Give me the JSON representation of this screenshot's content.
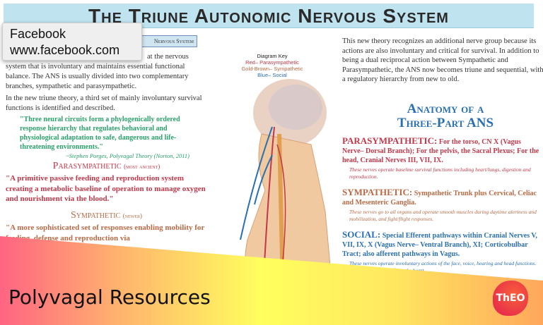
{
  "poster": {
    "title": "The Triune Autonomic Nervous System",
    "subtitle_box": "Nervous System",
    "intro_tail": "at the nervous",
    "intro": "system that is involuntary and maintains essential functional balance. The ANS is usually divided into two complementary branches, sympathetic and parasympathetic.",
    "intro2": "In the new triune theory, a third set of mainly involuntary survival functions is identified and described.",
    "quote": "\"Three neural circuits form a phylogenically ordered response hierarchy that regulates behavioral and physiological adaptation to safe, dangerous and life-threatening environments.\"",
    "quote_cite": "~Stephen Porges, Polyvagal Theory (Norton, 2011)",
    "para_heading": "Parasympathetic",
    "para_note": "(most ancient)",
    "para_text": "\"A primitive passive feeding and reproduction system creating a metabolic baseline of operation to manage oxygen and nourishment via the blood.\"",
    "symp_heading": "Sympathetic",
    "symp_note": "(newer)",
    "symp_text": "\"A more sophisticated set of responses enabling mobility for feeding, defense and reproduction via",
    "legend": {
      "title": "Diagram Key",
      "red": "Red– Parasympathetic",
      "gold": "Gold-Brown– Sympathetic",
      "blue": "Blue– Social"
    },
    "right_intro": "This new theory recognizes an additional nerve group because its actions are also involuntary and critical for survival. In addition to being a dual reciprocal action between Sympathetic and Parasympathetic, the ANS now becomes triune and sequential, with a regulatory hierarchy from new to old.",
    "anatomy_title_1": "Anatomy of a",
    "anatomy_title_2": "Three-Part ANS",
    "sections": [
      {
        "label": "PARASYMPATHETIC:",
        "text": "For the torso, CN X (Vagus Nerve– Dorsal Branch); For the pelvis, the Sacral Plexus; For the head, Cranial Nerves III, VII, IX.",
        "note": "These nerves operate baseline survival functions including heart/lungs, digestion and reproduction."
      },
      {
        "label": "SYMPATHETIC:",
        "text": "Sympathetic Trunk plus Cervical, Celiac and Mesenteric Ganglia.",
        "note": "These nerves go to all organs and operate smooth muscles during daytime alertness and mobilization, and fight/flight responses."
      },
      {
        "label": "SOCIAL:",
        "text": "Special Efferent pathways within Cranial Nerves V, VII, IX, X (Vagus Nerve– Ventral Branch), XI; Corticobulbar Tract; also afferent pathways in Vagus.",
        "note": "These nerves operate involuntary actions of the face, voice, hearing and head functions. Ventral vagus also affects the heart."
      }
    ]
  },
  "tooltip": {
    "title": "Facebook",
    "url": "www.facebook.com"
  },
  "banner": {
    "title": "Polyvagal Resources",
    "logo": "ThEO"
  },
  "colors": {
    "red": "#c0384a",
    "brown": "#b86a45",
    "blue": "#2a6fb0",
    "green": "#2aa06a"
  }
}
